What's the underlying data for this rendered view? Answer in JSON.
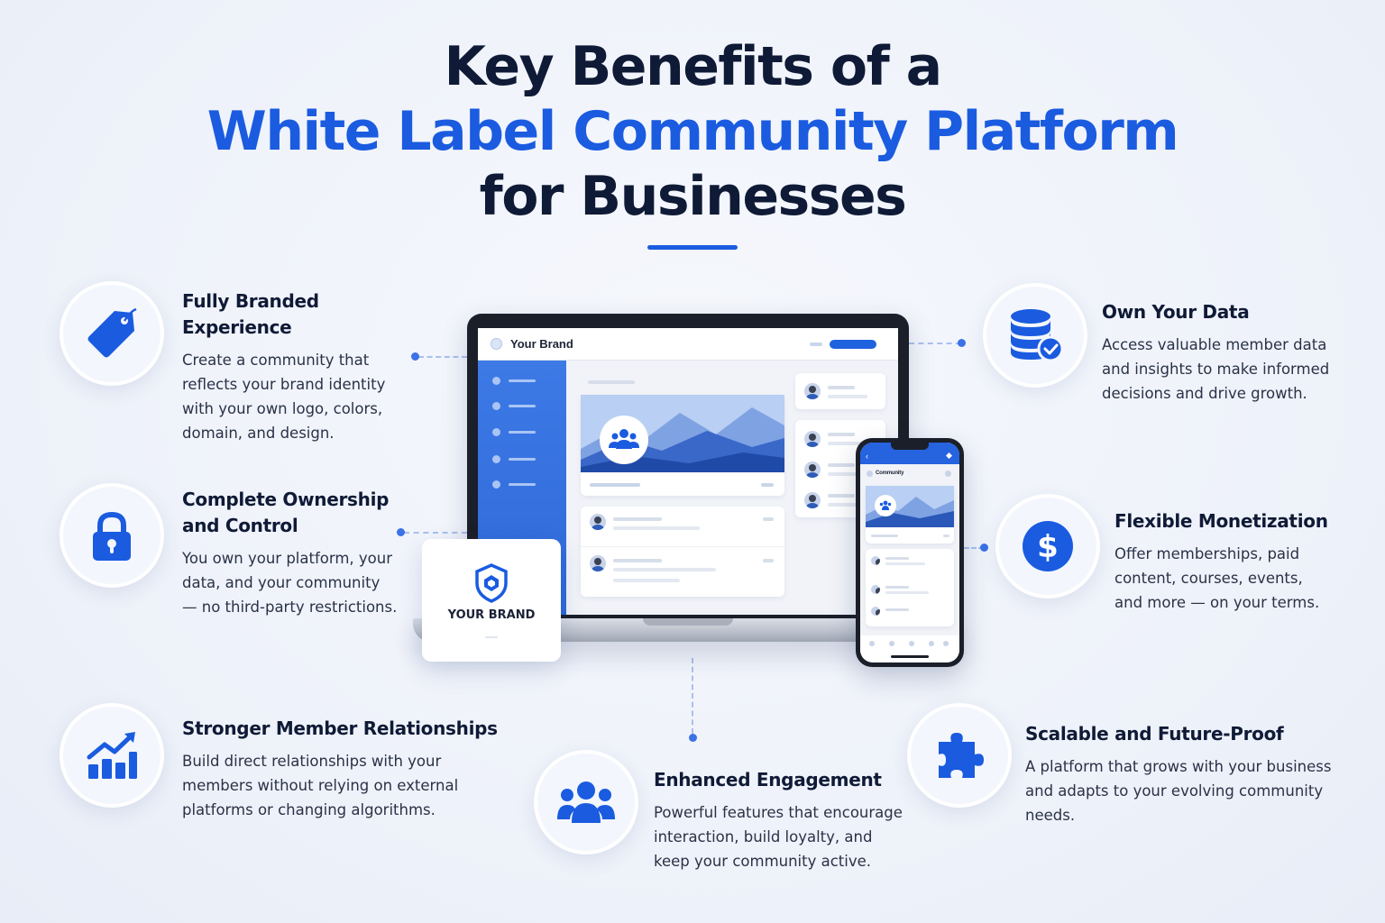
{
  "header": {
    "line1": "Key Benefits of a",
    "line2": "White Label Community Platform",
    "line3": "for Businesses"
  },
  "colors": {
    "accent": "#1a5be0",
    "heading": "#0f1a36",
    "body": "#2a3247"
  },
  "benefits": {
    "branded": {
      "icon": "tag-icon",
      "title": "Fully Branded Experience",
      "text": "Create a community that reflects your brand identity with your own logo, colors, domain, and design."
    },
    "ownership": {
      "icon": "lock-icon",
      "title": "Complete Ownership and Control",
      "text": "You own your platform, your data, and your community — no third-party restrictions."
    },
    "relationships": {
      "icon": "growth-chart-icon",
      "title": "Stronger Member Relationships",
      "text": "Build direct relationships with your members without relying on external platforms or changing algorithms."
    },
    "engagement": {
      "icon": "people-icon",
      "title": "Enhanced Engagement",
      "text": "Powerful features that encourage interaction, build loyalty, and keep your community active."
    },
    "data": {
      "icon": "database-check-icon",
      "title": "Own Your Data",
      "text": "Access valuable member data and insights to make informed decisions and drive growth."
    },
    "monetization": {
      "icon": "dollar-coin-icon",
      "title": "Flexible Monetization",
      "text": "Offer memberships, paid content, courses, events, and more — on your terms."
    },
    "scalable": {
      "icon": "puzzle-icon",
      "title": "Scalable and Future-Proof",
      "text": "A platform that grows with your business and adapts to your evolving community needs."
    }
  },
  "mockup": {
    "laptop_brand": "Your Brand",
    "brand_card_label": "YOUR BRAND",
    "phone_title": "Community"
  }
}
